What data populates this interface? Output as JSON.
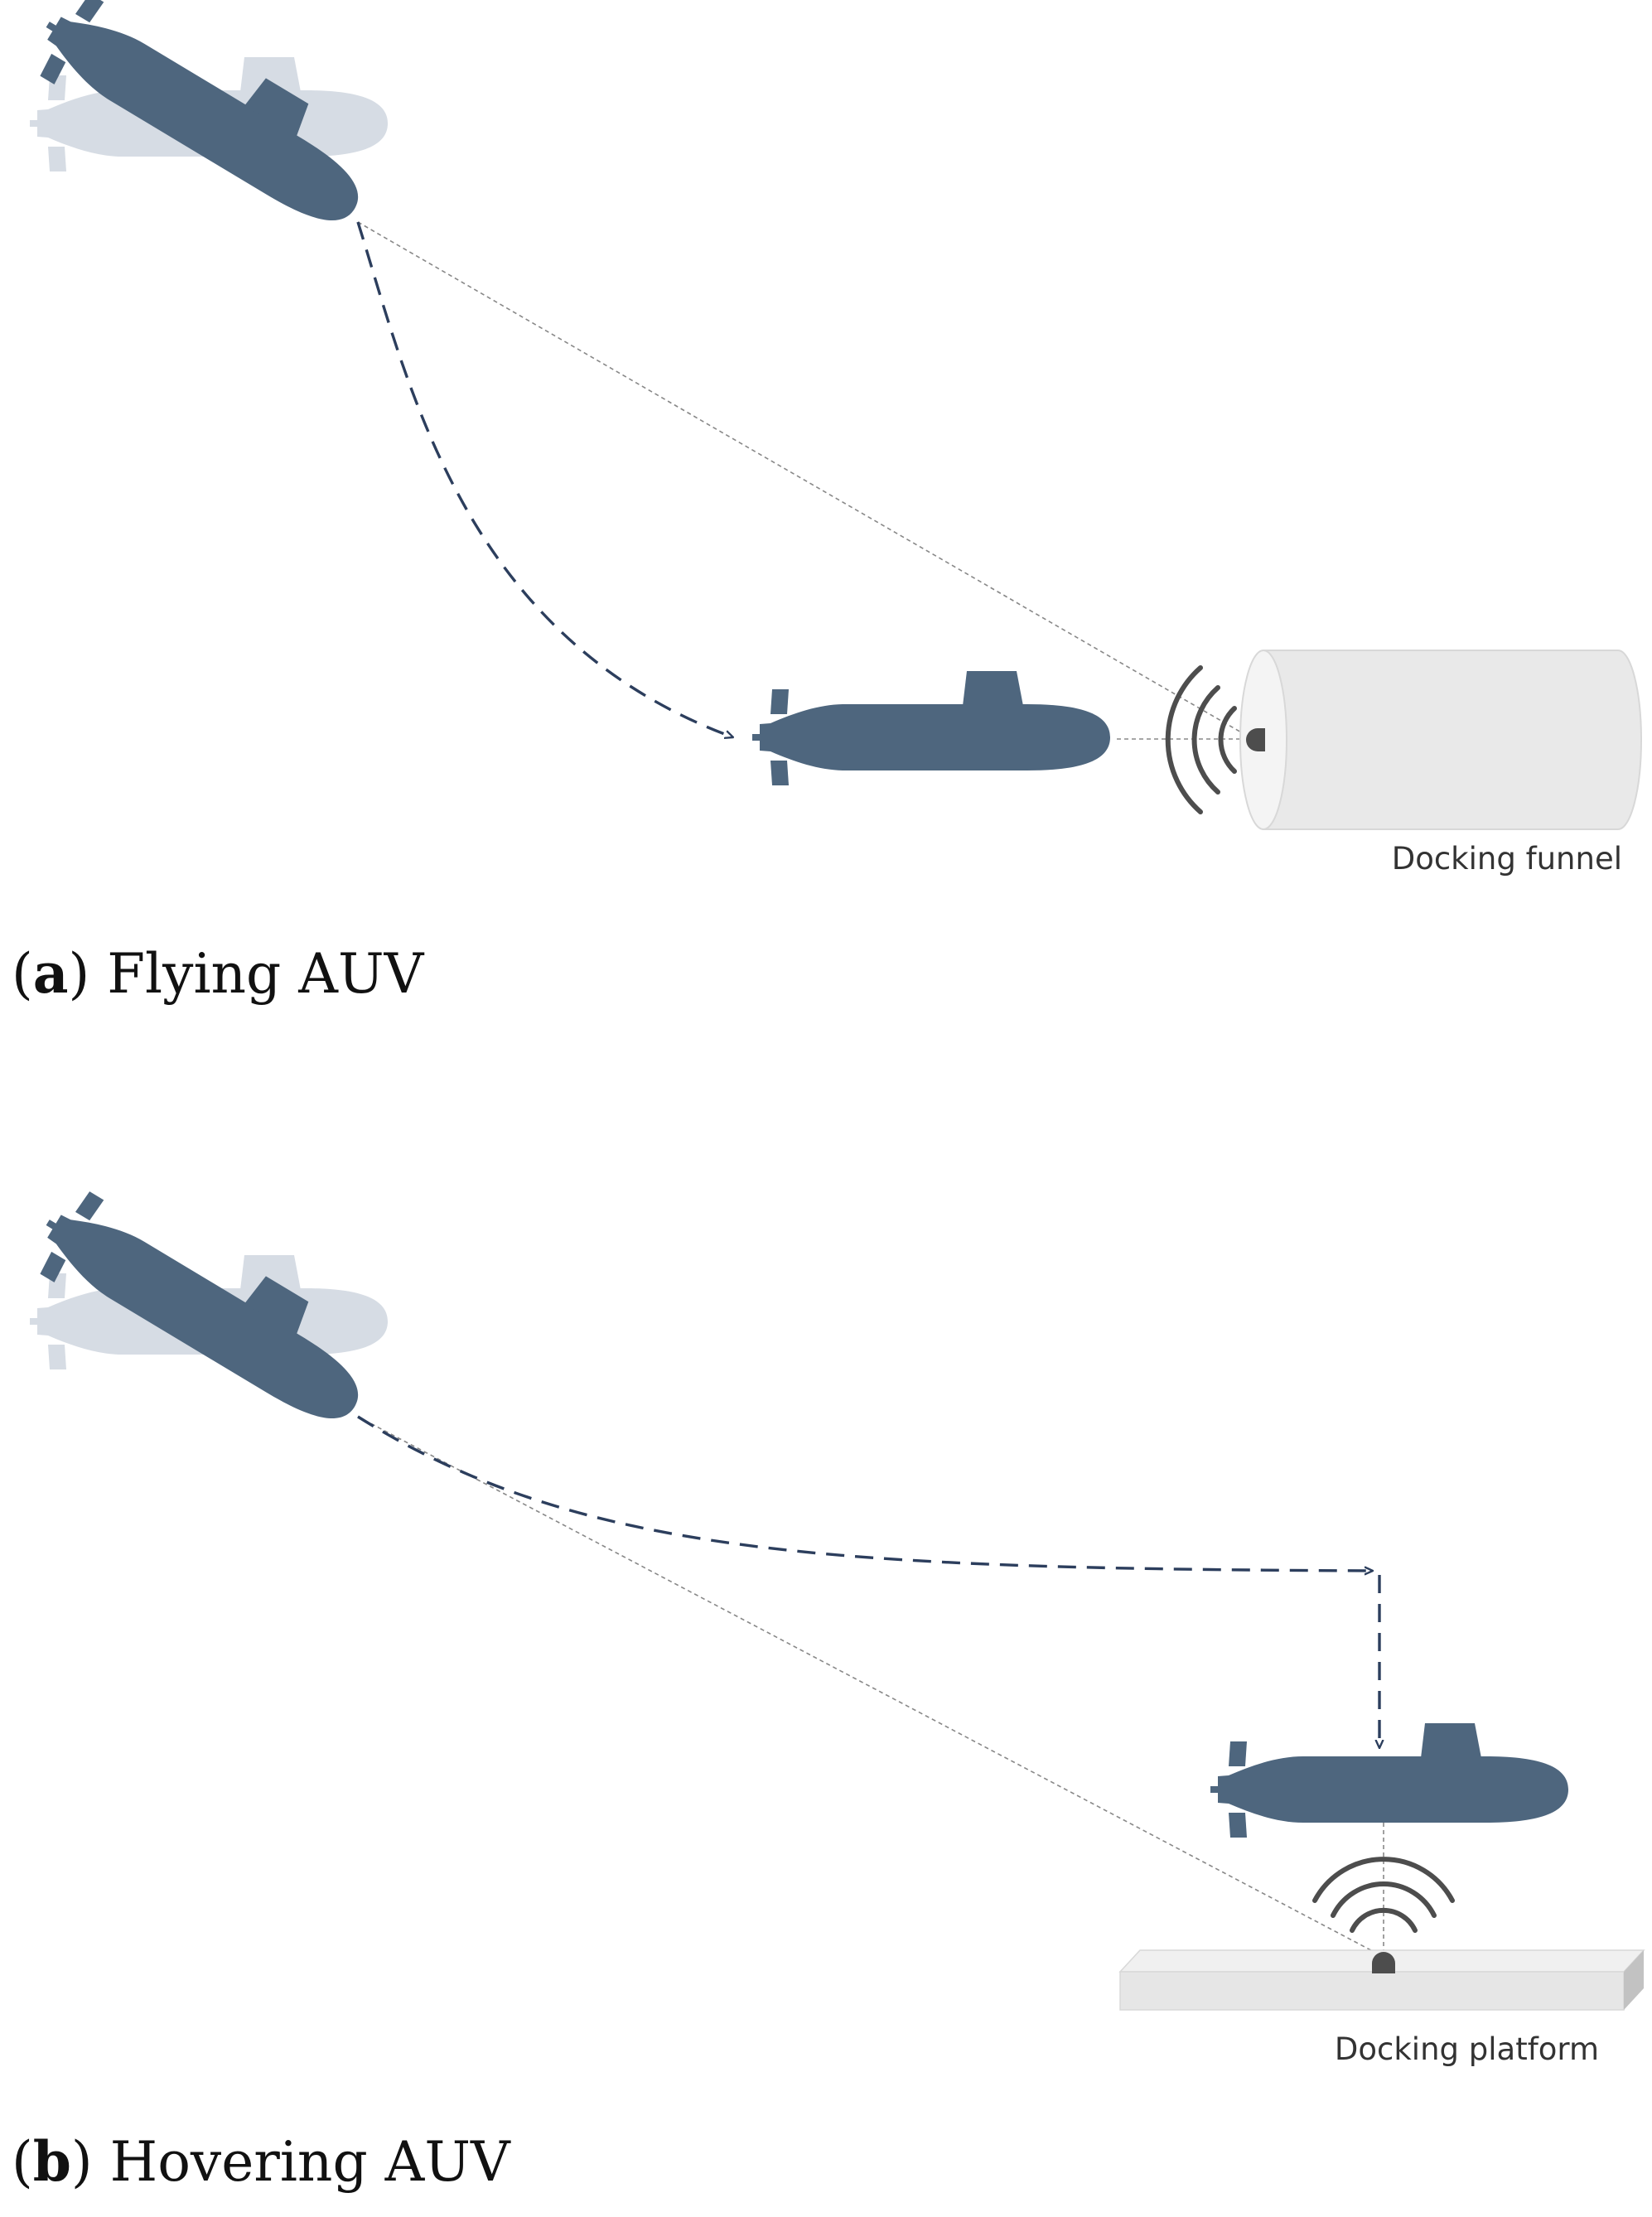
{
  "panel_a": {
    "letter": "a",
    "caption": "Flying AUV",
    "label": "Docking funnel"
  },
  "panel_b": {
    "letter": "b",
    "caption": "Hovering AUV",
    "label": "Docking platform"
  },
  "colors": {
    "auv": "#4e667e",
    "auv_ghost": "#d6dce4",
    "trajectory": "#2c3e5d",
    "guide_line": "#888888",
    "signal": "#4d4d4d",
    "dock": "#e6e6e6"
  }
}
